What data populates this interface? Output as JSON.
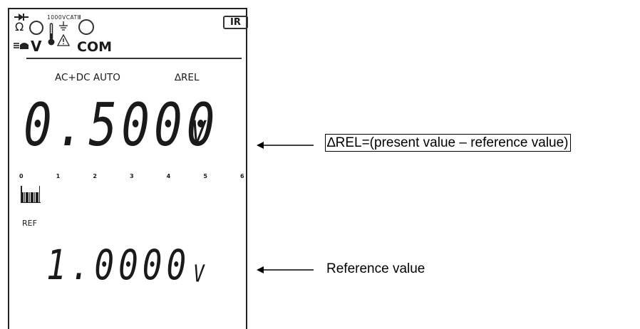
{
  "display": {
    "terminals": {
      "omega": "Ω",
      "rating": "1000VCATⅢ",
      "volt": "V",
      "com": "COM"
    },
    "ir_badge": "IR",
    "mode_label": "AC+DC AUTO",
    "rel_label": "∆REL",
    "main_reading": "0.5000",
    "main_unit": "V",
    "bargraph": {
      "scale_labels": [
        "0",
        "1",
        "2",
        "3",
        "4",
        "5",
        "6"
      ],
      "level": 0.5
    },
    "ref_label": "REF",
    "ref_reading": "1.0000",
    "ref_unit": "V"
  },
  "callouts": {
    "rel_formula": "∆REL=(present value – reference value)",
    "reference": "Reference value"
  },
  "colors": {
    "ink": "#1a1a1a",
    "background": "#ffffff"
  },
  "icons": [
    "diode-icon",
    "thermometer-icon",
    "ground-icon",
    "warning-icon",
    "buzzer-icon",
    "terminal-jack-icon",
    "arrow-left-icon"
  ]
}
